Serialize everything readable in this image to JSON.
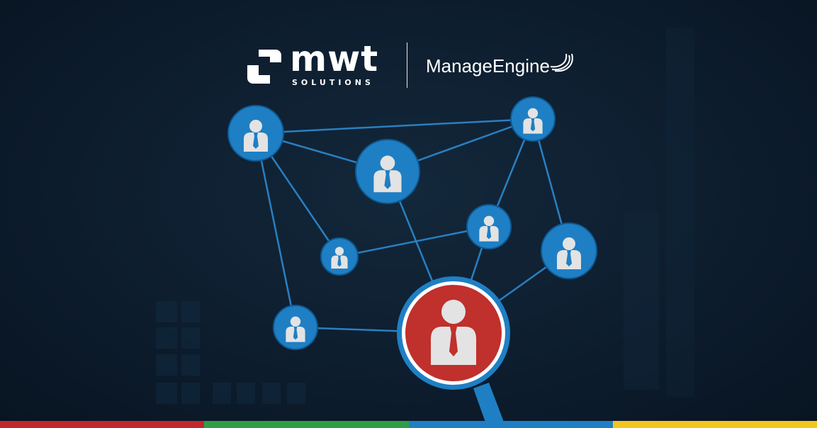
{
  "brand": {
    "mwt_name": "mwt",
    "mwt_subtitle": "SOLUTIONS",
    "partner_name": "ManageEngine"
  },
  "icons": {
    "person": "person-icon",
    "magnifier": "magnifying-glass-icon"
  },
  "colors": {
    "background": "#0d1d2e",
    "node_fill": "#1f7fc4",
    "node_ring": "#0d5a94",
    "network_line": "#2a7fc0",
    "person": "#e3e3e3",
    "tie_blue": "#1f7fc4",
    "highlight_fill": "#c0302c",
    "highlight_ring": "#ffffff",
    "magnifier_blue": "#1f7fc4",
    "strip": [
      "#c1272d",
      "#2e9e47",
      "#1f7fc4",
      "#f2c61f"
    ]
  }
}
